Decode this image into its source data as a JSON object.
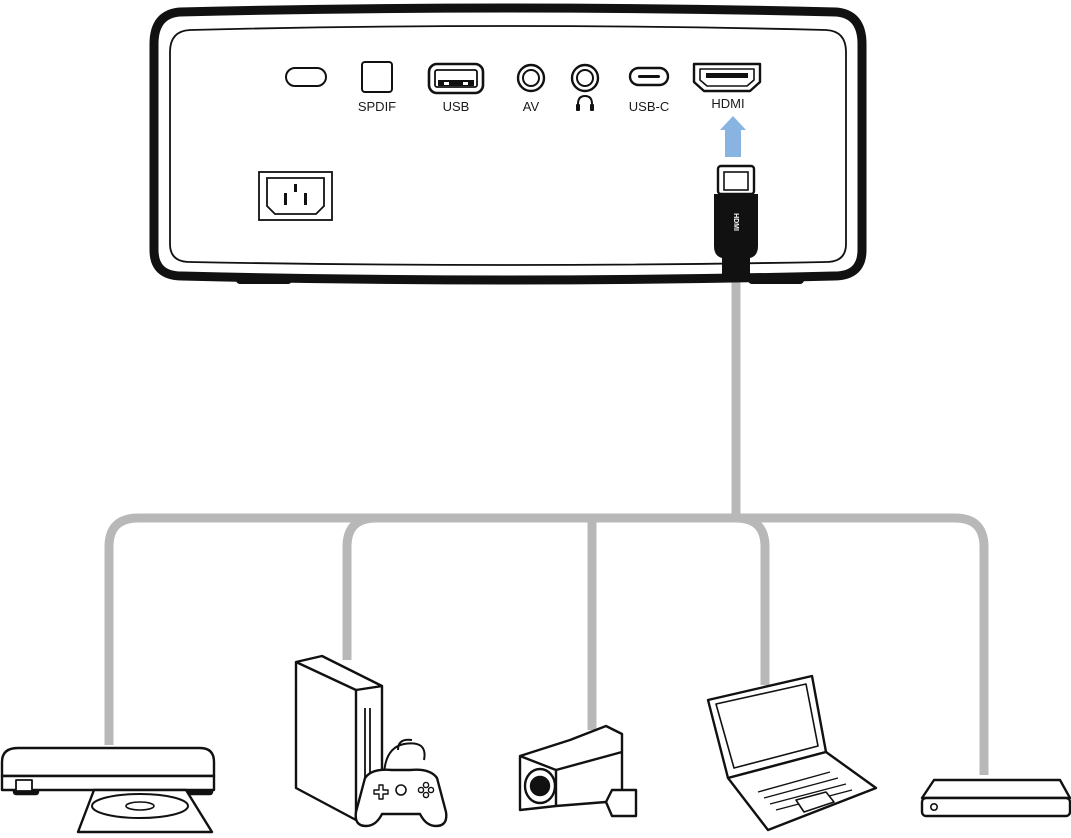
{
  "ports": {
    "spdif_label": "SPDIF",
    "usb_label": "USB",
    "av_label": "AV",
    "usbc_label": "USB-C",
    "hdmi_label": "HDMI"
  },
  "cable": {
    "plug_text": "HDMI"
  },
  "colors": {
    "outline": "#111111",
    "cable": "#b8b8b8",
    "arrow": "#89b4e2"
  },
  "devices": [
    {
      "icon": "disc-player-icon"
    },
    {
      "icon": "game-console-icon"
    },
    {
      "icon": "camcorder-icon"
    },
    {
      "icon": "laptop-icon"
    },
    {
      "icon": "set-top-box-icon"
    }
  ]
}
